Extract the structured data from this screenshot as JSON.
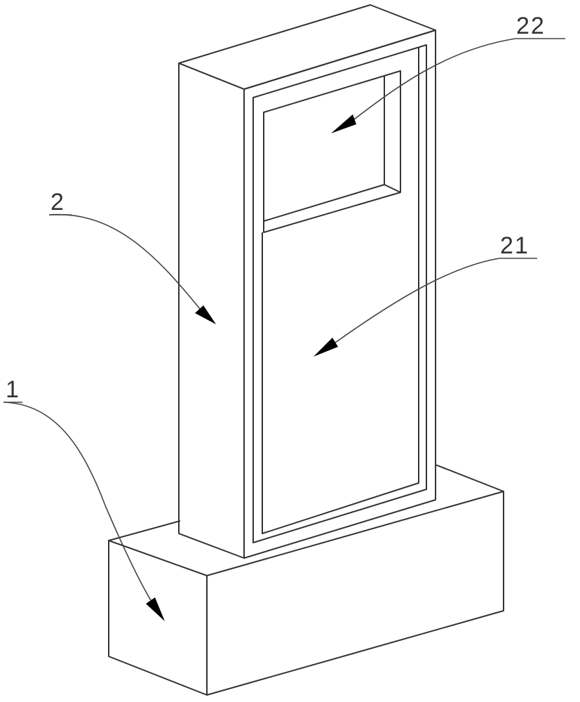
{
  "labels": {
    "base": "1",
    "upright_body": "2",
    "front_panel": "21",
    "display_window": "22"
  },
  "colors": {
    "line": "#333333",
    "background": "#ffffff"
  }
}
